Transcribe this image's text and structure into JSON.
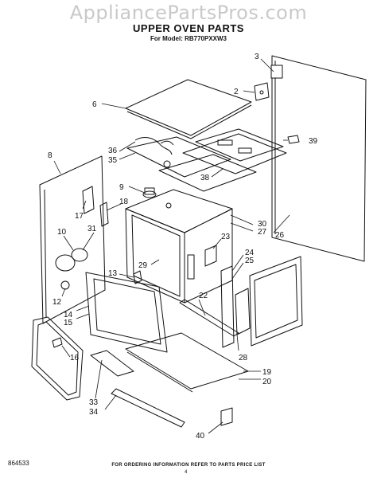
{
  "watermark": "AppliancePartsPros.com",
  "header": {
    "title": "UPPER OVEN PARTS",
    "subtitle": "For Model: RB770PXXW3"
  },
  "callouts": [
    "3",
    "2",
    "39",
    "6",
    "36",
    "35",
    "38",
    "8",
    "9",
    "17",
    "18",
    "30",
    "27",
    "26",
    "10",
    "31",
    "23",
    "24",
    "25",
    "29",
    "13",
    "12",
    "22",
    "14",
    "15",
    "16",
    "28",
    "19",
    "20",
    "33",
    "34",
    "40"
  ],
  "footer": {
    "note": "FOR ORDERING INFORMATION REFER TO PARTS PRICE LIST",
    "page": "4",
    "code": "864533"
  }
}
